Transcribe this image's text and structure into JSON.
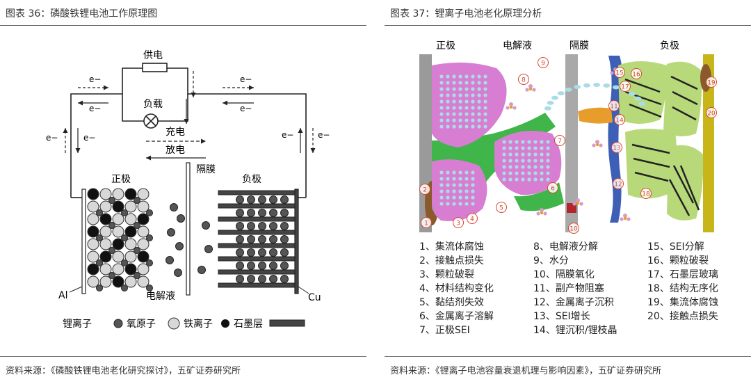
{
  "left_panel": {
    "title": "图表 36：磷酸铁锂电池工作原理图",
    "source": "资料来源：《磷酸铁锂电池老化研究探讨》，五矿证券研究所",
    "labels": {
      "power_supply": "供电",
      "load": "负载",
      "charge": "充电",
      "discharge": "放电",
      "electron": "e−",
      "separator": "隔膜",
      "cathode": "正极",
      "anode": "负极",
      "al": "Al",
      "cu": "Cu",
      "electrolyte": "电解液"
    },
    "legend": {
      "lithium_ion": "锂离子",
      "oxygen_atom": "氧原子",
      "iron_ion": "铁离子",
      "graphite_layer": "石墨层"
    }
  },
  "right_panel": {
    "title": "图表 37：锂离子电池老化原理分析",
    "source": "资料来源：《锂离子电池容量衰退机理与影响因素》，五矿证券研究所",
    "region_labels": {
      "cathode": "正极",
      "electrolyte": "电解液",
      "separator": "隔膜",
      "anode": "负极"
    },
    "markers": [
      "1",
      "2",
      "3",
      "4",
      "5",
      "6",
      "7",
      "8",
      "9",
      "10",
      "11",
      "12",
      "13",
      "14",
      "15",
      "16",
      "17",
      "18",
      "19",
      "20"
    ],
    "legend_col1": [
      "1、集流体腐蚀",
      "2、接触点损失",
      "3、颗粒破裂",
      "4、材料结构变化",
      "5、黏结剂失效",
      "6、金属离子溶解",
      "7、正极SEI"
    ],
    "legend_col2": [
      "8、电解液分解",
      "9、水分",
      "10、隔膜氧化",
      "11、副产物阻塞",
      "12、金属离子沉积",
      "13、SEI增长",
      "14、锂沉积/锂枝晶"
    ],
    "legend_col3": [
      "15、SEI分解",
      "16、颗粒破裂",
      "17、石墨层玻璃",
      "18、结构无序化",
      "19、集流体腐蚀",
      "20、接触点损失"
    ]
  },
  "colors": {
    "cathode_particle": "#d77ed2",
    "ion_dot": "#a9dde6",
    "binder_green": "#3fb54a",
    "anode_particle": "#b8d97a",
    "sei_blue": "#3d5fb5",
    "collector_gold": "#c8b51a",
    "marker_red": "#d6452f"
  }
}
